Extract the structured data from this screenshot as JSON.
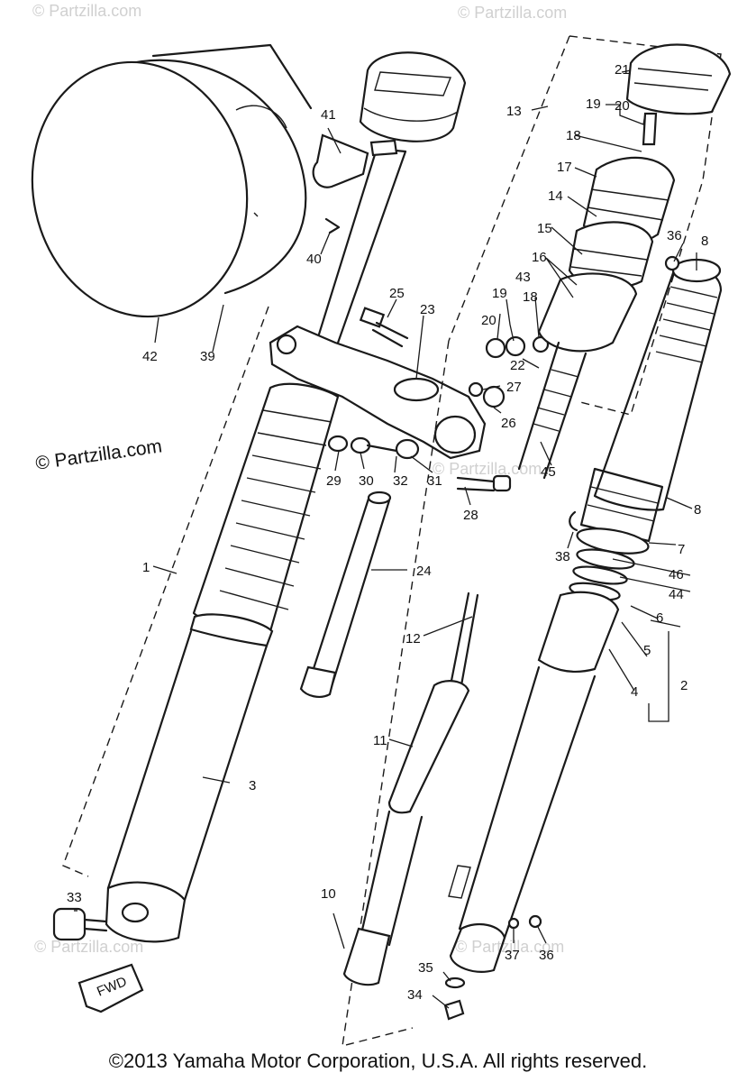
{
  "watermark": "© Partzilla.com",
  "copyright": "©2013 Yamaha Motor Corporation, U.S.A. All rights reserved.",
  "fwd_label": "FWD",
  "callouts": [
    "1",
    "2",
    "3",
    "4",
    "5",
    "6",
    "7",
    "8",
    "8",
    "10",
    "11",
    "12",
    "13",
    "14",
    "15",
    "16",
    "17",
    "18",
    "18",
    "19",
    "19",
    "20",
    "20",
    "21",
    "22",
    "23",
    "24",
    "25",
    "26",
    "27",
    "28",
    "29",
    "30",
    "31",
    "32",
    "33",
    "34",
    "35",
    "36",
    "36",
    "37",
    "38",
    "39",
    "40",
    "41",
    "42",
    "43",
    "44",
    "45",
    "46"
  ]
}
